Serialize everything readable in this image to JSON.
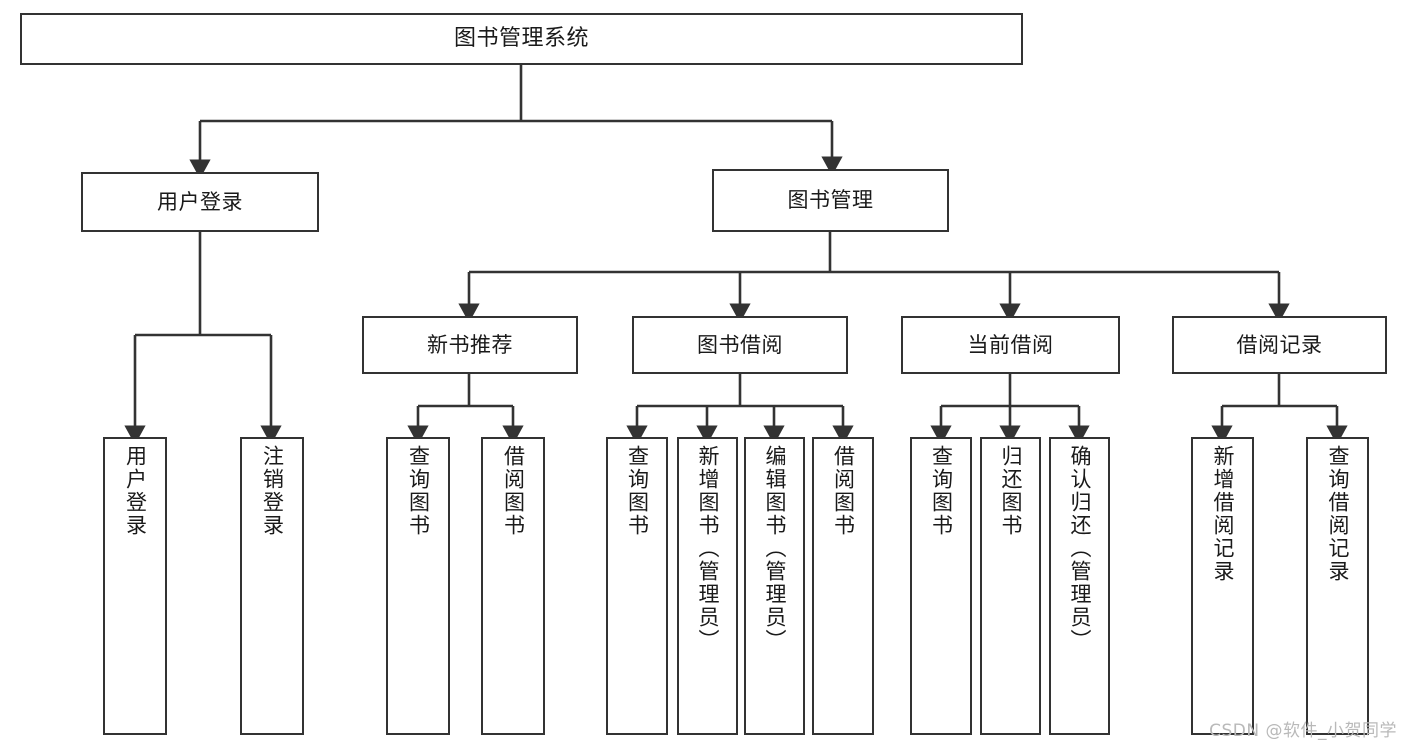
{
  "diagram": {
    "title": "图书管理系统",
    "type": "tree-hierarchy-chart",
    "watermark": "CSDN @软件_小贺同学",
    "colors": {
      "node_border": "#333333",
      "node_fill": "#ffffff",
      "edge": "#333333",
      "text": "#1a1a1a",
      "watermark": "#b9b9b9",
      "background": "#ffffff"
    }
  },
  "nodes": {
    "root": {
      "label": "图书管理系统"
    },
    "level1": [
      {
        "id": "user-login",
        "label": "用户登录"
      },
      {
        "id": "book-management",
        "label": "图书管理"
      }
    ],
    "level2": [
      {
        "id": "new-book-recommend",
        "label": "新书推荐"
      },
      {
        "id": "book-borrow",
        "label": "图书借阅"
      },
      {
        "id": "current-borrow",
        "label": "当前借阅"
      },
      {
        "id": "borrow-record",
        "label": "借阅记录"
      }
    ],
    "leaves": {
      "user_login": [
        {
          "id": "leaf-user-login",
          "label": "用户登录"
        },
        {
          "id": "leaf-logout-login",
          "label": "注销登录"
        }
      ],
      "new_book_recommend": [
        {
          "id": "leaf-query-book-1",
          "label": "查询图书"
        },
        {
          "id": "leaf-borrow-book-1",
          "label": "借阅图书"
        }
      ],
      "book_borrow": [
        {
          "id": "leaf-query-book-2",
          "label": "查询图书"
        },
        {
          "id": "leaf-add-book-admin",
          "label": "新增图书（管理员）"
        },
        {
          "id": "leaf-edit-book-admin",
          "label": "编辑图书（管理员）"
        },
        {
          "id": "leaf-borrow-book-2",
          "label": "借阅图书"
        }
      ],
      "current_borrow": [
        {
          "id": "leaf-query-book-3",
          "label": "查询图书"
        },
        {
          "id": "leaf-return-book",
          "label": "归还图书"
        },
        {
          "id": "leaf-confirm-return-admin",
          "label": "确认归还（管理员）"
        }
      ],
      "borrow_record": [
        {
          "id": "leaf-add-borrow-record",
          "label": "新增借阅记录"
        },
        {
          "id": "leaf-query-borrow-record",
          "label": "查询借阅记录"
        }
      ]
    }
  }
}
